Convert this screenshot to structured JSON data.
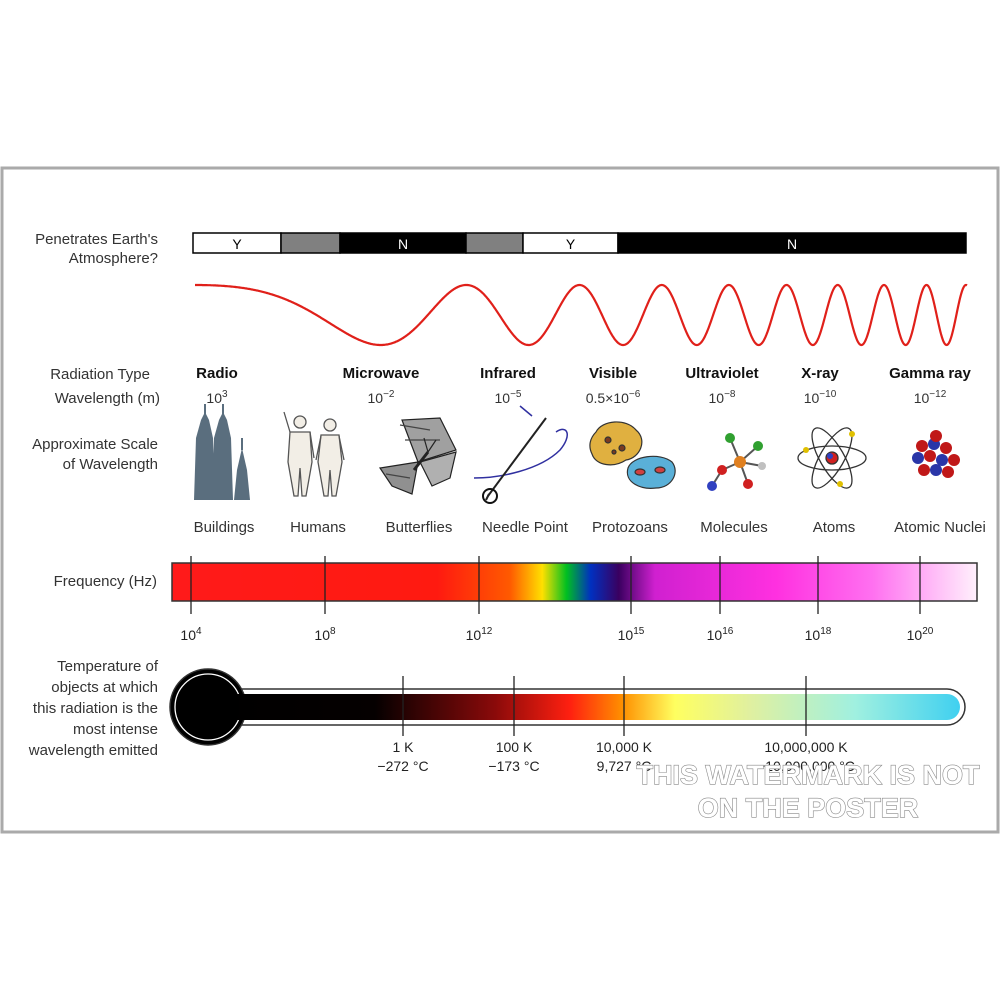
{
  "atmosphere": {
    "label_line1": "Penetrates Earth's",
    "label_line2": "Atmosphere?",
    "segments": [
      {
        "label": "Y",
        "color": "#ffffff"
      },
      {
        "label": "",
        "color": "#808080"
      },
      {
        "label": "N",
        "color": "#000000"
      },
      {
        "label": "",
        "color": "#808080"
      },
      {
        "label": "Y",
        "color": "#ffffff"
      },
      {
        "label": "N",
        "color": "#000000"
      }
    ]
  },
  "wave_color": "#e0201a",
  "row_labels": {
    "radiation_type": "Radiation Type",
    "wavelength": "Wavelength (m)",
    "scale_line1": "Approximate Scale",
    "scale_line2": "of Wavelength",
    "frequency": "Frequency (Hz)",
    "temp_line1": "Temperature of",
    "temp_line2": "objects at which",
    "temp_line3": "this radiation is the",
    "temp_line4": "most intense",
    "temp_line5": "wavelength emitted"
  },
  "radiation_types": [
    {
      "name": "Radio",
      "wl_base": "10",
      "wl_exp": "3",
      "scale": "Buildings",
      "icon": "buildings-icon"
    },
    {
      "name": "Microwave",
      "wl_base": "10",
      "wl_exp": "−2",
      "scale": "Humans",
      "icon": "humans-icon"
    },
    {
      "name": "Infrared",
      "wl_base": "10",
      "wl_exp": "−5",
      "scale": "Butterflies",
      "icon": "butterfly-icon"
    },
    {
      "name": "Visible",
      "wl_base": "0.5×10",
      "wl_exp": "−6",
      "scale": "Needle Point",
      "icon": "needle-icon"
    },
    {
      "name": "Ultraviolet",
      "wl_base": "10",
      "wl_exp": "−8",
      "scale": "Protozoans",
      "icon": "protozoan-icon"
    },
    {
      "name": "X-ray",
      "wl_base": "10",
      "wl_exp": "−10",
      "scale": "Molecules",
      "icon": "molecule-icon"
    },
    {
      "name": "Gamma ray",
      "wl_base": "10",
      "wl_exp": "−12",
      "scale": "Atoms",
      "icon": "atom-icon"
    }
  ],
  "scale_extra": "Atomic Nuclei",
  "frequency_ticks": [
    {
      "base": "10",
      "exp": "4"
    },
    {
      "base": "10",
      "exp": "8"
    },
    {
      "base": "10",
      "exp": "12"
    },
    {
      "base": "10",
      "exp": "15"
    },
    {
      "base": "10",
      "exp": "16"
    },
    {
      "base": "10",
      "exp": "18"
    },
    {
      "base": "10",
      "exp": "20"
    }
  ],
  "temperature_ticks": [
    {
      "k": "1 K",
      "c": "−272 °C"
    },
    {
      "k": "100 K",
      "c": "−173 °C"
    },
    {
      "k": "10,000 K",
      "c": "9,727 °C"
    },
    {
      "k": "10,000,000 K",
      "c": "~10,000,000 °C"
    }
  ],
  "watermark": {
    "line1": "THIS WATERMARK IS NOT",
    "line2": "ON THE POSTER"
  }
}
